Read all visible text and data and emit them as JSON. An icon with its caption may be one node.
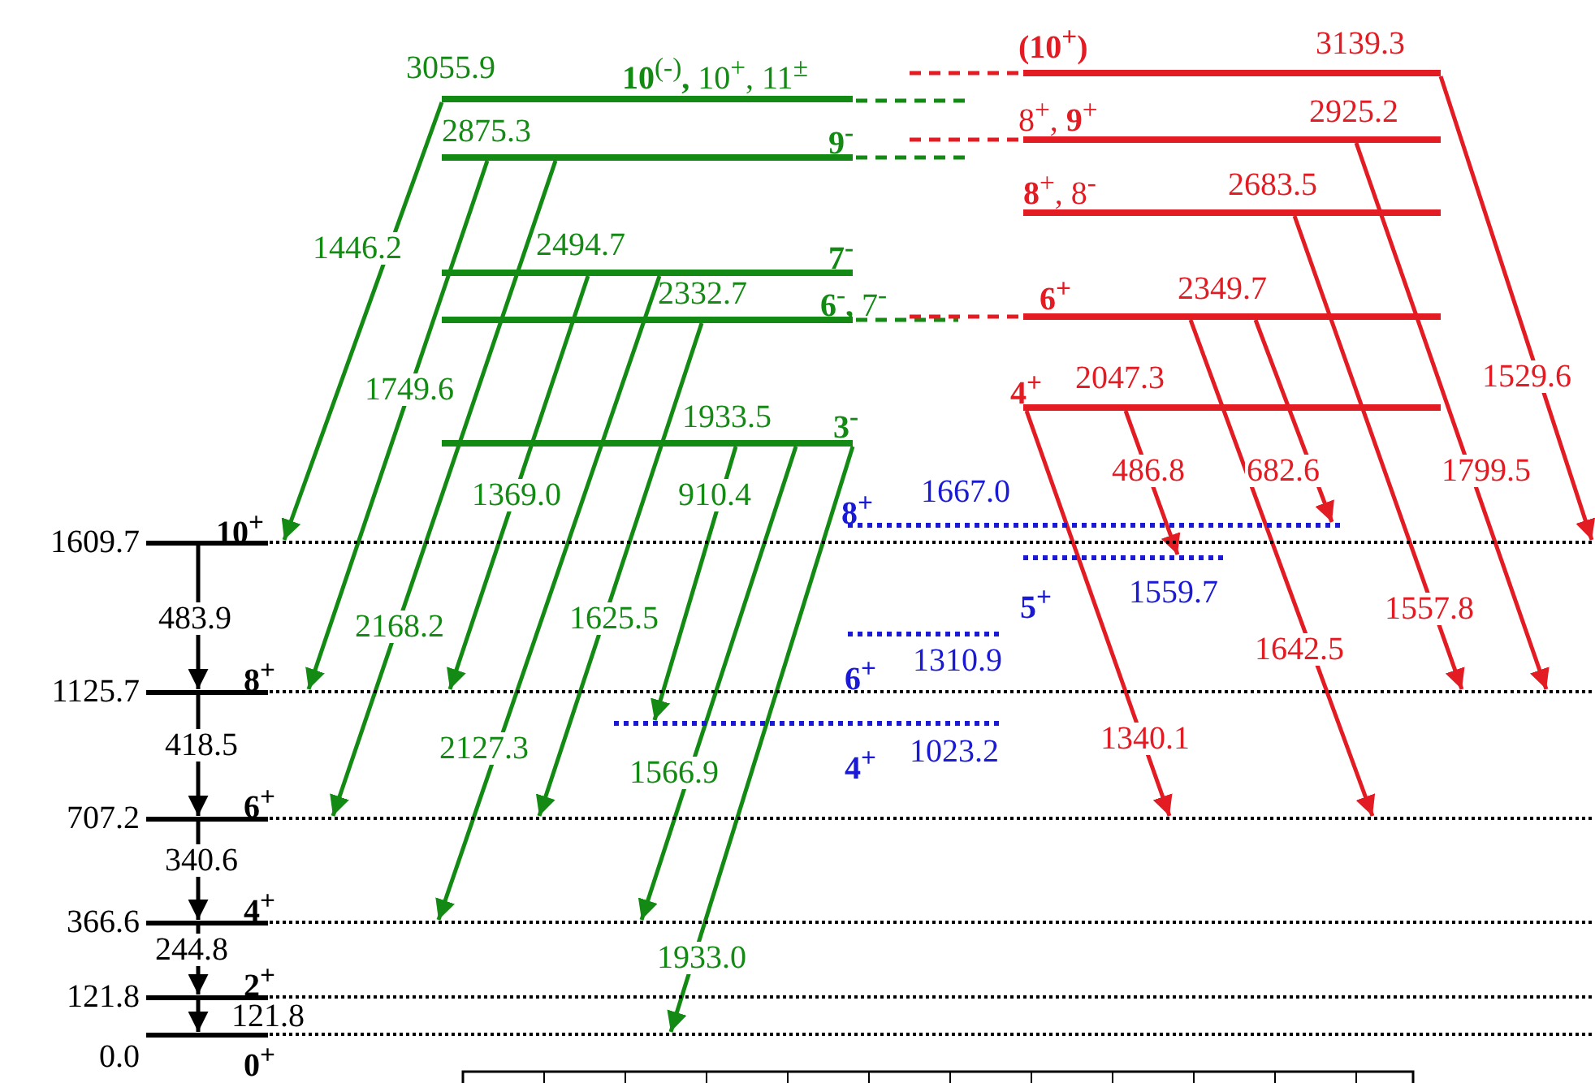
{
  "diagram": {
    "nodes": [
      {
        "text": [
          "1609.7",
          "10$^{+}$"
        ]
      },
      {
        "text": [
          "1125.7",
          "8$^{+}$"
        ]
      },
      {
        "text": [
          "707.2",
          "6$^{+}$"
        ]
      },
      {
        "text": [
          "366.6",
          "4$^{+}$"
        ]
      },
      {
        "text": [
          "121.8",
          "2$^{+}$"
        ]
      },
      {
        "text": [
          "0.0",
          "0$^{+}$"
        ]
      },
      {
        "text": [
          "3055.9",
          "**10**$^{(-)}$**,** 10$^{+}$, 11$^{±}$"
        ]
      },
      {
        "text": [
          "2875.3",
          "9$^{-}$"
        ]
      },
      {
        "text": [
          "2494.7",
          "7$^{-}$"
        ]
      },
      {
        "text": [
          "2332.7",
          "**6**$^{-}$**,** 7$^{-}$"
        ]
      },
      {
        "text": [
          "1933.5",
          "3$^{-}$"
        ]
      },
      {
        "text": [
          "(10$^{+}$)",
          "3139.3"
        ]
      },
      {
        "text": [
          "8$^{+}$, **9**$^{+}$",
          "2925.2"
        ]
      },
      {
        "text": [
          "**8**$^{+}$, 8$^{-}$",
          "2683.5"
        ]
      },
      {
        "text": [
          "6$^{+}$",
          "2349.7"
        ]
      },
      {
        "text": [
          "4$^{+}$",
          "2047.3"
        ]
      },
      {
        "text": [
          "8$^{+}$",
          "1667.0"
        ]
      },
      {
        "text": [
          "5$^{+}$",
          "1559.7"
        ]
      },
      {
        "text": [
          "6$^{+}$",
          "1310.9"
        ]
      },
      {
        "text": [
          "4$^{+}$",
          "1023.2"
        ]
      }
    ],
    "edges": [
      {
        "from": 0,
        "to": 1,
        "arrow": "to",
        "label": "483.9",
        "color": "#000000"
      },
      {
        "from": 1,
        "to": 2,
        "arrow": "to",
        "label": "418.5",
        "color": "#000000"
      },
      {
        "from": 2,
        "to": 3,
        "arrow": "to",
        "label": "340.6",
        "color": "#000000"
      },
      {
        "from": 3,
        "to": 4,
        "arrow": "to",
        "label": "244.8",
        "color": "#000000"
      },
      {
        "from": 4,
        "to": 5,
        "arrow": "to",
        "label": "121.8",
        "color": "#000000"
      },
      {
        "from": 6,
        "to": 0,
        "arrow": "to",
        "label": "1446.2"
      },
      {
        "from": 7,
        "to": 1,
        "arrow": "to",
        "label": "1749.6"
      },
      {
        "from": 7,
        "to": 2,
        "arrow": "to",
        "label": "2168.2"
      },
      {
        "from": 8,
        "to": 1,
        "arrow": "to",
        "label": "1369.0"
      },
      {
        "from": 8,
        "to": 3,
        "arrow": "to",
        "label": "2127.3"
      },
      {
        "from": 9,
        "to": 2,
        "arrow": "to",
        "label": "1625.5"
      },
      {
        "from": 10,
        "to": 19,
        "arrow": "to",
        "label": "910.4"
      },
      {
        "from": 10,
        "to": 3,
        "arrow": "to",
        "label": "1566.9"
      },
      {
        "from": 10,
        "to": 5,
        "arrow": "to",
        "label": "1933.0"
      },
      {
        "from": 11,
        "to": 0,
        "arrow": "to",
        "label": "1529.6",
        "color": "#e31b23"
      },
      {
        "from": 12,
        "to": 1,
        "arrow": "to",
        "label": "1799.5",
        "color": "#e31b23"
      },
      {
        "from": 13,
        "to": 1,
        "arrow": "to",
        "label": "1557.8",
        "color": "#e31b23"
      },
      {
        "from": 14,
        "to": 2,
        "arrow": "to",
        "label": "1642.5",
        "color": "#e31b23"
      },
      {
        "from": 14,
        "to": 16,
        "arrow": "to",
        "label": "682.6",
        "color": "#e31b23"
      },
      {
        "from": 15,
        "to": 17,
        "arrow": "to",
        "label": "486.8",
        "color": "#e31b23"
      },
      {
        "from": 15,
        "to": 2,
        "arrow": "to",
        "label": "1340.1",
        "color": "#e31b23"
      }
    ]
  }
}
